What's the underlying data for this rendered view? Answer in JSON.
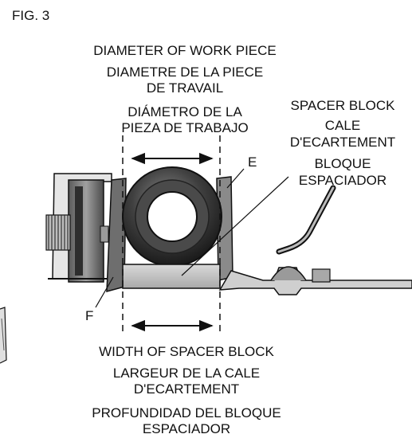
{
  "figure_label": "FIG. 3",
  "diameter_label": {
    "en": "DIAMETER OF WORK PIECE",
    "fr_line1": "DIAMETRE DE LA PIECE",
    "fr_line2": "DE TRAVAIL",
    "es_line1": "DIÁMETRO DE LA",
    "es_line2": "PIEZA DE TRABAJO"
  },
  "spacer_label": {
    "en": "SPACER BLOCK",
    "fr_line1": "CALE",
    "fr_line2": "D'ECARTEMENT",
    "es_line1": "BLOQUE",
    "es_line2": "ESPACIADOR"
  },
  "width_label": {
    "en": "WIDTH OF SPACER BLOCK",
    "fr_line1": "LARGEUR DE LA CALE",
    "fr_line2": "D'ECARTEMENT",
    "es_line1": "PROFUNDIDAD DEL BLOQUE",
    "es_line2": "ESPACIADOR"
  },
  "callouts": {
    "e": "E",
    "f": "F"
  },
  "colors": {
    "dark_metal": "#3a3a3a",
    "mid_metal": "#8c8c8c",
    "light_metal": "#cfcfcf",
    "spacer_fill": "#c4c4c4"
  }
}
